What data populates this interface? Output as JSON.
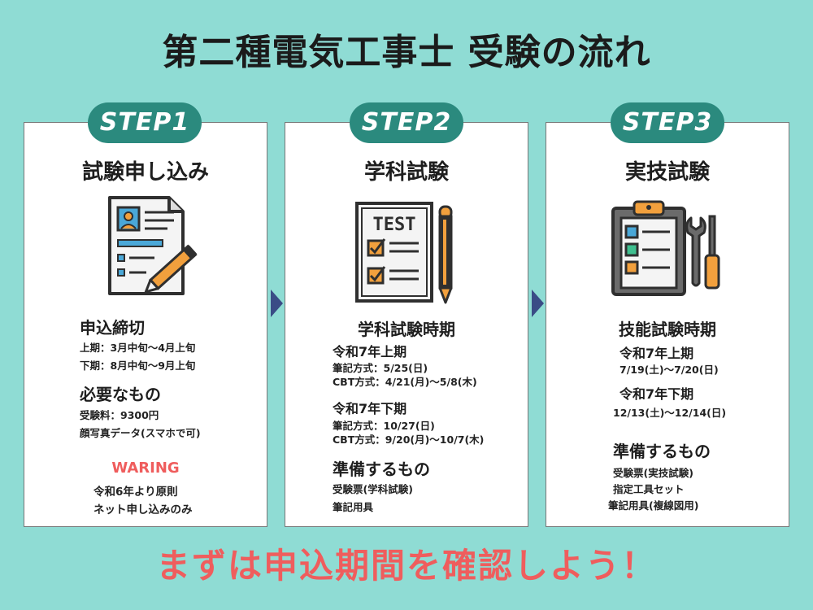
{
  "title": "第二種電気工事士 受験の流れ",
  "steps": [
    {
      "badge": "STEP1",
      "title": "試験申し込み",
      "icon": "application-form-icon",
      "sections": {
        "deadline_heading": "申込締切",
        "deadline_lines": [
          "上期：3月中旬〜4月上旬",
          "下期：8月中旬〜9月上旬"
        ],
        "needs_heading": "必要なもの",
        "needs_lines": [
          "受験料：9300円",
          "顔写真データ(スマホで可)"
        ],
        "warning_label": "WARING",
        "warning_lines": [
          "令和6年より原則",
          "ネット申し込みのみ"
        ]
      }
    },
    {
      "badge": "STEP2",
      "title": "学科試験",
      "icon": "test-sheet-icon",
      "icon_text": "TEST",
      "sections": {
        "period_heading": "学科試験時期",
        "first_half_heading": "令和7年上期",
        "first_half_lines": [
          "筆記方式：5/25(日)",
          "CBT方式：4/21(月)〜5/8(木)"
        ],
        "second_half_heading": "令和7年下期",
        "second_half_lines": [
          "筆記方式：10/27(日)",
          "CBT方式：9/20(月)〜10/7(木)"
        ],
        "prep_heading": "準備するもの",
        "prep_lines": [
          "受験票(学科試験)",
          "筆記用具"
        ]
      }
    },
    {
      "badge": "STEP3",
      "title": "実技試験",
      "icon": "clipboard-tools-icon",
      "sections": {
        "period_heading": "技能試験時期",
        "first_half_heading": "令和7年上期",
        "first_half_date": "7/19(土)〜7/20(日)",
        "second_half_heading": "令和7年下期",
        "second_half_date": "12/13(土)〜12/14(日)",
        "prep_heading": "準備するもの",
        "prep_lines": [
          "受験票(実技試験)",
          "指定工具セット",
          "筆記用具(複線図用)"
        ]
      }
    }
  ],
  "footer": "まずは申込期間を確認しよう！",
  "colors": {
    "background": "#8fdcd4",
    "badge": "#2b8a7e",
    "arrow": "#3a4c86",
    "accent_red": "#ef5d5d",
    "icon_orange": "#f2a03d",
    "icon_blue": "#4aa8d8",
    "icon_dark": "#2f2f2f"
  }
}
